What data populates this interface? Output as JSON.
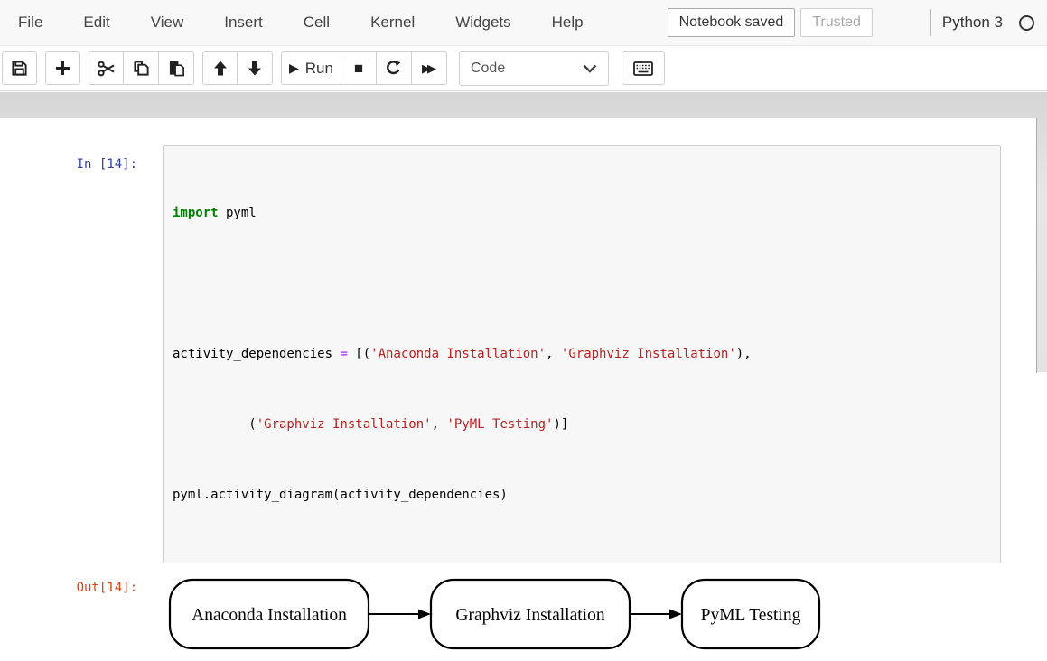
{
  "menu": {
    "items": [
      "File",
      "Edit",
      "View",
      "Insert",
      "Cell",
      "Kernel",
      "Widgets",
      "Help"
    ],
    "notification": "Notebook saved",
    "trusted_badge": "Trusted",
    "kernel_name": "Python 3"
  },
  "toolbar": {
    "run_label": "Run",
    "run_icon_glyph": "▶",
    "interrupt_icon_glyph": "■",
    "restart_run_all_icon_glyph": "▶▶",
    "cell_type_selected": "Code",
    "icons": [
      "save-icon",
      "add-cell-icon",
      "cut-icon",
      "copy-icon",
      "paste-icon",
      "arrow-up-icon",
      "arrow-down-icon",
      "run-icon",
      "stop-icon",
      "restart-icon",
      "fast-forward-icon",
      "chevron-down-icon",
      "keyboard-icon"
    ]
  },
  "cell": {
    "in_prompt": "In [14]:",
    "out_prompt": "Out[14]:",
    "code_lines": [
      {
        "tokens": [
          {
            "text": "import"
          },
          {
            "text": " pyml"
          }
        ]
      },
      {
        "tokens": [
          {
            "text": ""
          }
        ]
      },
      {
        "tokens": [
          {
            "text": "activity_dependencies "
          },
          {
            "text": "="
          },
          {
            "text": " [("
          },
          {
            "text": "'Anaconda Installation'"
          },
          {
            "text": ", "
          },
          {
            "text": "'Graphviz Installation'"
          },
          {
            "text": "),"
          }
        ]
      },
      {
        "tokens": [
          {
            "text": "          ("
          },
          {
            "text": "'Graphviz Installation'"
          },
          {
            "text": ", "
          },
          {
            "text": "'PyML Testing'"
          },
          {
            "text": ")]"
          }
        ]
      },
      {
        "tokens": [
          {
            "text": "pyml.activity_diagram(activity_dependencies)"
          }
        ]
      }
    ]
  },
  "diagram": {
    "type": "activity-diagram",
    "nodes": [
      "Anaconda Installation",
      "Graphviz Installation",
      "PyML Testing"
    ],
    "edges": [
      [
        "Anaconda Installation",
        "Graphviz Installation"
      ],
      [
        "Graphviz Installation",
        "PyML Testing"
      ]
    ]
  },
  "colors": {
    "in_prompt": "#303F9F",
    "out_prompt": "#D84315",
    "keyword": "#008000",
    "string": "#BA2121",
    "operator": "#AA22FF",
    "cell_bg": "#f7f7f7"
  }
}
